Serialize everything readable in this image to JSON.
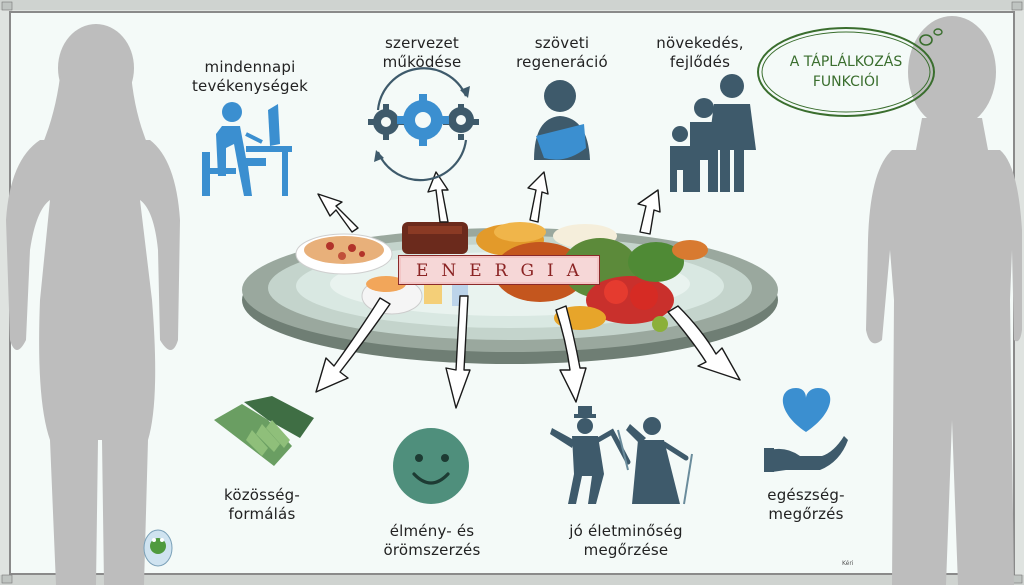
{
  "title": {
    "line1": "A TÁPLÁLKOZÁS",
    "line2": "FUNKCIÓI"
  },
  "center_label": "ENERGIA",
  "functions": [
    {
      "id": "daily",
      "line1": "mindennapi",
      "line2": "tevékenységek",
      "icon": "person-at-computer-icon"
    },
    {
      "id": "organism",
      "line1": "szervezet",
      "line2": "működése",
      "icon": "gears-icon"
    },
    {
      "id": "tissue",
      "line1": "szöveti",
      "line2": "regeneráció",
      "icon": "person-with-sling-icon"
    },
    {
      "id": "growth",
      "line1": "növekedés,",
      "line2": "fejlődés",
      "icon": "family-icon"
    },
    {
      "id": "community",
      "line1": "közösség-",
      "line2": "formálás",
      "icon": "handshake-icon"
    },
    {
      "id": "experience",
      "line1": "élmény- és",
      "line2": "örömszerzés",
      "icon": "smiley-icon"
    },
    {
      "id": "quality",
      "line1": "jó életminőség",
      "line2": "megőrzése",
      "icon": "dancing-elderly-couple-icon"
    },
    {
      "id": "health",
      "line1": "egészség-",
      "line2": "megőrzés",
      "icon": "heart-in-hand-icon"
    }
  ],
  "credit": "Kéri",
  "colors": {
    "blue": "#3b8fd0",
    "slate": "#3e5a6b",
    "green": "#4a8a55",
    "teal": "#4f8f7c",
    "title_green": "#3a6e2e",
    "energia_red": "#8b2424"
  }
}
